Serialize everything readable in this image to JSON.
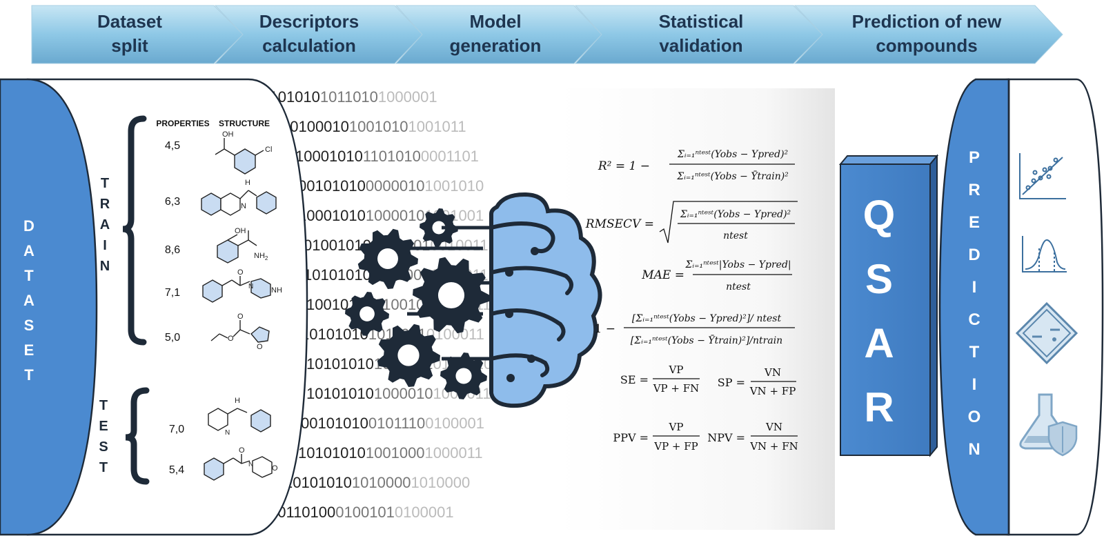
{
  "steps": [
    {
      "line1": "Dataset",
      "line2": "split"
    },
    {
      "line1": "Descriptors",
      "line2": "calculation"
    },
    {
      "line1": "Model",
      "line2": "generation"
    },
    {
      "line1": "Statistical",
      "line2": "validation"
    },
    {
      "line1": "Prediction of new",
      "line2": "compounds"
    }
  ],
  "dataset": {
    "letters": [
      "D",
      "A",
      "T",
      "A",
      "S",
      "E",
      "T"
    ]
  },
  "table": {
    "header_properties": "PROPERTIES",
    "header_structure": "STRUCTURE",
    "train_letters": [
      "T",
      "R",
      "A",
      "I",
      "N"
    ],
    "test_letters": [
      "T",
      "E",
      "S",
      "T"
    ],
    "train_values": [
      "4,5",
      "6,3",
      "8,6",
      "7,1",
      "5,0"
    ],
    "test_values": [
      "7,0",
      "5,4"
    ],
    "atom_labels": {
      "oh1": "OH",
      "cl": "Cl",
      "h1": "H",
      "n1": "N",
      "oh2": "OH",
      "nh2_n": "NH",
      "nh2_sub": "2",
      "o1": "O",
      "n2": "N",
      "nh": "NH",
      "o2": "O",
      "o3": "O",
      "o4": "O",
      "h2": "H",
      "n3": "N",
      "o5": "O",
      "n4": "N",
      "o6": "O"
    }
  },
  "binary_rows": [
    "0010101010110101000001",
    "0010001010010101001011",
    "1000101011010100001101",
    "0010101000000101001010",
    "1000101010000101001001",
    "0100101010010010010011",
    "1010101010010001010011",
    "1001010101001001010011",
    "1010101010110010100011",
    "1010101010000010100010",
    "1010101010000101000011",
    "0010101001011100100001",
    "1010101010010001000011",
    "1010101010100001010000",
    "1011010001001010100001"
  ],
  "equations": {
    "r2": {
      "lhs": "R² = 1 −",
      "num": "Σᵢ₌₁ⁿᵗᵉˢᵗ(Yobs − Ypred)²",
      "den": "Σᵢ₌₁ⁿᵗᵉˢᵗ(Yobs − Ȳtrain)²"
    },
    "rmsecv": {
      "lhs": "RMSECV =",
      "num": "Σᵢ₌₁ⁿᵗᵉˢᵗ(Yobs − Ypred)²",
      "den": "ntest"
    },
    "mae": {
      "lhs": "MAE =",
      "num": "Σᵢ₌₁ⁿᵗᵉˢᵗ|Yobs − Ypred|",
      "den": "ntest"
    },
    "q2": {
      "lhs": "1 −",
      "num": "[Σᵢ₌₁ⁿᵗᵉˢᵗ(Yobs − Ypred)²]/ ntest",
      "den": "[Σᵢ₌₁ⁿᵗᵉˢᵗ(Yobs − Ȳtrain)²]/ntrain"
    },
    "se": {
      "lhs": "SE =",
      "num": "VP",
      "den": "VP + FN"
    },
    "sp": {
      "lhs": "SP =",
      "num": "VN",
      "den": "VN + FP"
    },
    "ppv": {
      "lhs": "PPV =",
      "num": "VP",
      "den": "VP + FP"
    },
    "npv": {
      "lhs": "NPV =",
      "num": "VN",
      "den": "VN + FN"
    }
  },
  "qsar": {
    "letters": [
      "Q",
      "S",
      "A",
      "R"
    ]
  },
  "prediction": {
    "letters": [
      "P",
      "R",
      "E",
      "D",
      "I",
      "C",
      "T",
      "I",
      "O",
      "N"
    ]
  },
  "icons": [
    "scatter-plot-icon",
    "distribution-curve-icon",
    "hazard-diamond-icon",
    "flask-shield-icon",
    "brain-icon",
    "gears-icon"
  ],
  "colors": {
    "blue": "#4b8ad0",
    "arrow": "#8ec8e6",
    "ink": "#1e2a38",
    "brain": "#8ebceb"
  }
}
